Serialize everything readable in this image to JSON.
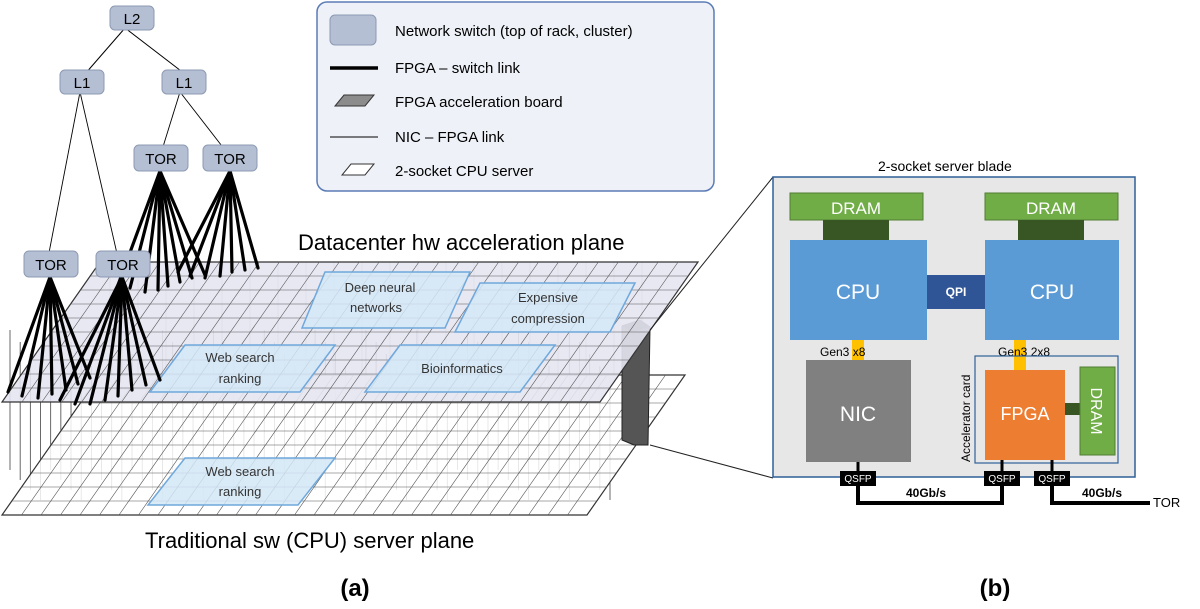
{
  "tree": {
    "l2": "L2",
    "l1": [
      "L1",
      "L1"
    ],
    "tor_upper": [
      "TOR",
      "TOR"
    ],
    "tor_lower": [
      "TOR",
      "TOR"
    ]
  },
  "legend": {
    "items": [
      {
        "label": "Network switch (top of rack, cluster)",
        "icon": "switch-icon"
      },
      {
        "label": "FPGA – switch link",
        "icon": "thick-line-icon"
      },
      {
        "label": "FPGA acceleration board",
        "icon": "dark-parallelogram-icon"
      },
      {
        "label": "NIC – FPGA link",
        "icon": "thin-line-icon"
      },
      {
        "label": "2-socket CPU server",
        "icon": "white-parallelogram-icon"
      }
    ]
  },
  "planes": {
    "upper_title": "Datacenter hw acceleration plane",
    "lower_title": "Traditional sw (CPU) server plane",
    "regions": {
      "deep_neural_1": "Deep neural",
      "deep_neural_2": "networks",
      "expensive_1": "Expensive",
      "expensive_2": "compression",
      "web_upper_1": "Web search",
      "web_upper_2": "ranking",
      "bioinformatics": "Bioinformatics",
      "web_lower_1": "Web search",
      "web_lower_2": "ranking"
    }
  },
  "blade": {
    "title": "2-socket server blade",
    "dram_left": "DRAM",
    "dram_right": "DRAM",
    "cpu_left": "CPU",
    "cpu_right": "CPU",
    "qpi": "QPI",
    "gen_left": "Gen3 x8",
    "gen_right": "Gen3 2x8",
    "nic": "NIC",
    "accelerator_card": "Accelerator card",
    "fpga": "FPGA",
    "fpga_dram": "DRAM",
    "qsfp": [
      "QSFP",
      "QSFP",
      "QSFP"
    ],
    "link_speed_1": "40Gb/s",
    "link_speed_2": "40Gb/s",
    "tor": "TOR"
  },
  "captions": {
    "a": "(a)",
    "b": "(b)"
  },
  "colors": {
    "switch_fill": "#b4bfd4",
    "switch_stroke": "#8d9ab2",
    "cpu": "#5b9bd5",
    "qpi": "#2f5597",
    "dram": "#70ad47",
    "dram_connector": "#375623",
    "nic": "#808080",
    "fpga": "#ed7d31",
    "gen_link": "#ffc000",
    "region_fill": "#d4e8f7",
    "region_stroke": "#6fa8dc"
  }
}
